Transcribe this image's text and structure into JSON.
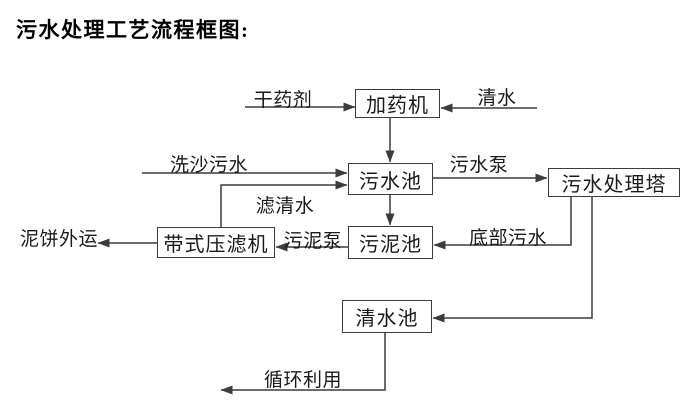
{
  "title": "污水处理工艺流程框图:",
  "nodes": {
    "dosing_machine": {
      "label": "加药机"
    },
    "sewage_pool": {
      "label": "污水池"
    },
    "treatment_tower": {
      "label": "污水处理塔"
    },
    "sludge_pool": {
      "label": "污泥池"
    },
    "belt_filter_press": {
      "label": "带式压滤机"
    },
    "clear_water_pool": {
      "label": "清水池"
    }
  },
  "edges": [
    {
      "from": "external",
      "to": "dosing_machine",
      "label": "干药剂"
    },
    {
      "from": "external",
      "to": "dosing_machine",
      "label": "清水"
    },
    {
      "from": "dosing_machine",
      "to": "sewage_pool",
      "label": ""
    },
    {
      "from": "external",
      "to": "sewage_pool",
      "label": "洗沙污水"
    },
    {
      "from": "belt_filter_press",
      "to": "sewage_pool",
      "label": "滤清水"
    },
    {
      "from": "sewage_pool",
      "to": "treatment_tower",
      "label": "污水泵"
    },
    {
      "from": "sewage_pool",
      "to": "sludge_pool",
      "label": ""
    },
    {
      "from": "treatment_tower",
      "to": "sludge_pool",
      "label": "底部污水"
    },
    {
      "from": "treatment_tower",
      "to": "clear_water_pool",
      "label": ""
    },
    {
      "from": "sludge_pool",
      "to": "belt_filter_press",
      "label": "污泥泵"
    },
    {
      "from": "belt_filter_press",
      "to": "external",
      "label": "泥饼外运"
    },
    {
      "from": "clear_water_pool",
      "to": "external",
      "label": "循环利用"
    }
  ],
  "colors": {
    "line": "#3c3c3c",
    "text": "#1a1a1a",
    "background": "#ffffff"
  }
}
